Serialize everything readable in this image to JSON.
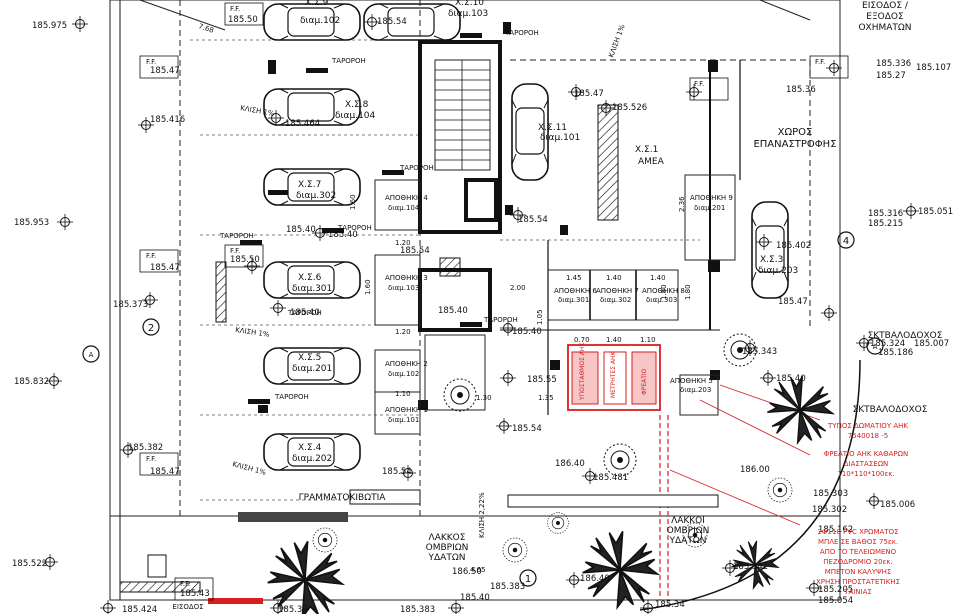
{
  "labels": {
    "entrance_exit_vehicles_1": "ΕΙΣΟΔΟΣ /",
    "entrance_exit_vehicles_2": "ΕΞΟΔΟΣ",
    "entrance_exit_vehicles_3": "ΟΧΗΜΑΤΩΝ",
    "turning_space_1": "ΧΩΡΟΣ",
    "turning_space_2": "ΕΠΑΝΑΣΤΡΟΦΗΣ",
    "garbage_1": "ΣΚΤΒΑΛΟΔΟΧΟΣ",
    "garbage_2": "ΣΚΤΒΑΛΟΔΟΧΟΣ",
    "mailboxes": "ΓΡΑΜΜΑΤΟΚΙΒΩΤΙΑ",
    "drain_left_1": "ΛΑΚΚΟΣ",
    "drain_left_2": "ΟΜΒΡΙΩΝ",
    "drain_left_3": "ΥΔΑΤΩΝ",
    "drain_right_1": "ΛΑΚΚΟΙ",
    "drain_right_2": "ΟΜΒΡΙΩΝ",
    "drain_right_3": "ΥΔΑΤΩΝ",
    "entrance": "ΕΙΣΟΔΟΣ",
    "slope_1": "ΚΛΙΣΗ 1%",
    "slope_2": "ΚΛΙΣΗ 1%",
    "slope_3": "ΚΛΙΣΗ 1%",
    "slope_4": "ΚΛΙΣΗ 2,22%",
    "slope_5": "ΚΛΙΣΗ 1%",
    "dim_768": "7.68"
  },
  "parking": [
    {
      "id": "Χ.Σ.9",
      "sub": "διαμ.102"
    },
    {
      "id": "Χ.Σ.10",
      "sub": "διαμ.103"
    },
    {
      "id": "Χ.Σ.8",
      "sub": "διαμ.104"
    },
    {
      "id": "Χ.Σ.7",
      "sub": "διαμ.302"
    },
    {
      "id": "Χ.Σ.6",
      "sub": "διαμ.301"
    },
    {
      "id": "Χ.Σ.5",
      "sub": "διαμ.201"
    },
    {
      "id": "Χ.Σ.4",
      "sub": "διαμ.202"
    },
    {
      "id": "Χ.Σ.11",
      "sub": "διαμ.101"
    },
    {
      "id": "Χ.Σ.1",
      "sub": "ΑΜΕΑ"
    },
    {
      "id": "Χ.Σ.3",
      "sub": "διαμ.203"
    }
  ],
  "storage": [
    {
      "id": "ΑΠΟΘΗΚΗ 4",
      "sub": "διαμ.104"
    },
    {
      "id": "ΑΠΟΘΗΚΗ 3",
      "sub": "διαμ.103"
    },
    {
      "id": "ΑΠΟΘΗΚΗ 2",
      "sub": "διαμ.102"
    },
    {
      "id": "ΑΠΟΘΗΚΗ 1",
      "sub": "διαμ.101"
    },
    {
      "id": "ΑΠΟΘΗΚΗ 9",
      "sub": "διαμ.201"
    },
    {
      "id": "ΑΠΟΘΗΚΗ 6",
      "sub": "διαμ.301"
    },
    {
      "id": "ΑΠΟΘΗΚΗ 7",
      "sub": "διαμ.302"
    },
    {
      "id": "ΑΠΟΘΗΚΗ 8",
      "sub": "διαμ.303"
    },
    {
      "id": "ΑΠΟΘΗΚΗ 5",
      "sub": "διαμ.203"
    }
  ],
  "taroroi": [
    "ΤΑΡΟΡΟΗ",
    "ΤΑΡΟΡΟΗ",
    "ΤΑΡΟΡΟΗ",
    "ΤΑΡΟΡΟΗ",
    "ΤΑΡΟΡΟΗ",
    "ΤΑΡΟΡΟΗ",
    "ΤΑΡΟΡΟΗ",
    "ΤΑΡΟΡΟΗ"
  ],
  "levels": [
    "185.975",
    "185.50",
    "185.54",
    "185.47",
    "185.416",
    "185.464",
    "185.953",
    "185.40",
    "185.50",
    "185.47",
    "185.373",
    "185.40",
    "185.832",
    "185.382",
    "185.47",
    "185.522",
    "185.43",
    "185.424",
    "185.39",
    "185.383",
    "185.54",
    "185.54",
    "185.526",
    "185.40",
    "185.54",
    "185.47",
    "185.336",
    "185.107",
    "185.27",
    "185.36",
    "185.316",
    "185.051",
    "185.215",
    "185.402",
    "185.47",
    "185.40",
    "185.55",
    "185.54",
    "185.40",
    "185.481",
    "185.343",
    "185.40",
    "185.302",
    "185.303",
    "185.006",
    "185.162",
    "185.342",
    "185.205",
    "185.054",
    "185.34",
    "186.40",
    "186.40",
    "186.50",
    "185.383",
    "186.00",
    "185.324",
    "185.007",
    "185.186",
    "185.40"
  ],
  "dims": [
    "1.60",
    "1.60",
    "2.00",
    "1.20",
    "1.20",
    "1.10",
    "1.30",
    "1.35",
    "1.45",
    "1.40",
    "1.40",
    "2.36",
    "1.80",
    "1.80",
    "1.05",
    "4.65",
    "0.70",
    "1.40",
    "1.10"
  ],
  "ff": [
    "F.F.",
    "F.F.",
    "F.F.",
    "F.F.",
    "F.F.",
    "F.F.",
    "F.F.",
    "F.F."
  ],
  "red_notes": {
    "r1": "ΤΥΠΟΣ ΔΩΜΑΤΙΟΥ ΑΗΚ",
    "r2": "7540018 -5",
    "r3": "ΦΡΕΑΤΙΟ ΑΗΚ ΚΑΘΑΡΩΝ",
    "r4": "ΔΙΑΣΤΑΣΕΩΝ",
    "r5": "110*110*100εκ.",
    "r6": "2Φ110 PVC ΧΡΩΜΑΤΟΣ",
    "r7": "ΜΠΛΕ ΣΕ ΒΑΘΟΣ 75εκ.",
    "r8": "ΑΠΟ ΤΟ ΤΕΛΕΙΩΜΕΝΟ",
    "r9": "ΠΕΖΟΔΡΟΜΙΟ 20εκ.",
    "r10": "ΜΠΕΤΟΝ ΚΑΛΥΨΗΣ",
    "r11": "ΧΡΗΣΗ ΠΡΟΣΤΑΤΕΤΙΚΗΣ",
    "r12": "ΤΑΙΝΙΑΣ",
    "v1": "ΥΠΟΣΤΑΘΜΟΣ ΑΗΚ",
    "v2": "ΜΕΤΡΗΤΕΣ ΑΗΚ",
    "v3": "ΦΡΕΑΤΙΟ"
  },
  "markers": [
    "1",
    "2",
    "4",
    "A",
    "A"
  ],
  "colors": {
    "ink": "#111111",
    "red": "#d81e1e"
  }
}
